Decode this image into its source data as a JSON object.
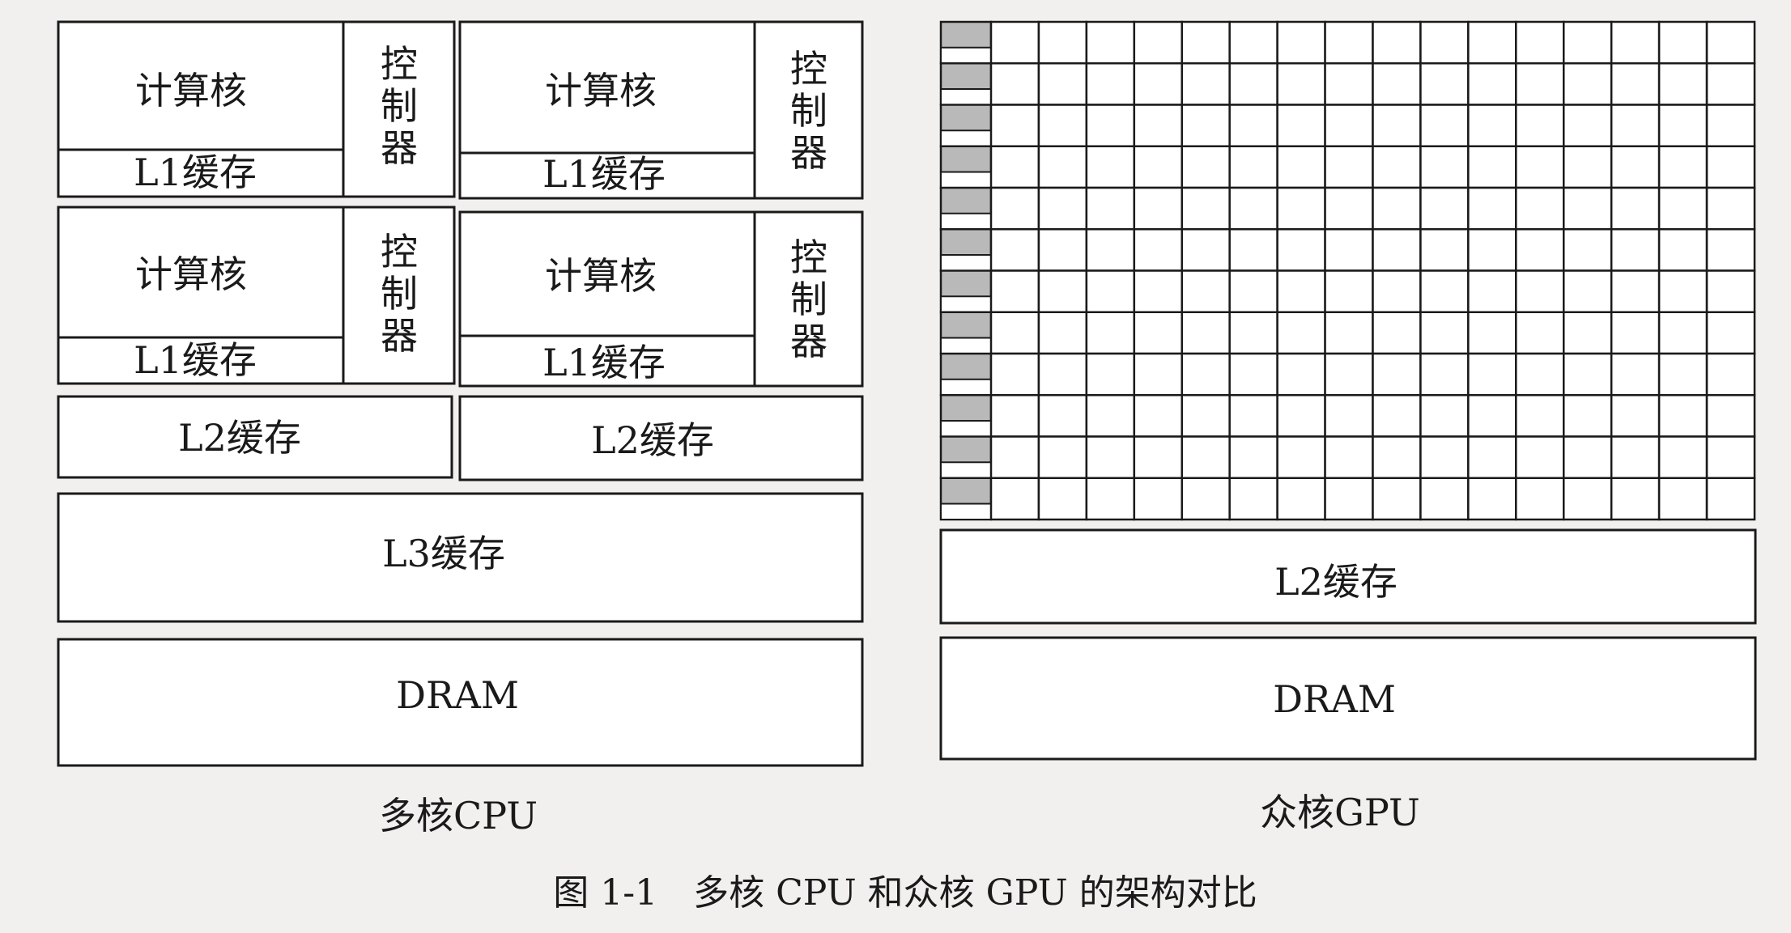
{
  "cpu": {
    "cores": [
      {
        "compute_label": "计算核",
        "l1_label": "L1缓存",
        "controller_label": "控制器"
      },
      {
        "compute_label": "计算核",
        "l1_label": "L1缓存",
        "controller_label": "控制器"
      },
      {
        "compute_label": "计算核",
        "l1_label": "L1缓存",
        "controller_label": "控制器"
      },
      {
        "compute_label": "计算核",
        "l1_label": "L1缓存",
        "controller_label": "控制器"
      }
    ],
    "l2_labels": [
      "L2缓存",
      "L2缓存"
    ],
    "l3_label": "L3缓存",
    "dram_label": "DRAM",
    "caption": "多核CPU"
  },
  "gpu": {
    "grid_rows": 12,
    "grid_cols": 17,
    "shaded_first_column": true,
    "l2_label": "L2缓存",
    "dram_label": "DRAM",
    "caption": "众核GPU"
  },
  "figure_caption": "图 1-1　多核 CPU 和众核 GPU 的架构对比",
  "colors": {
    "stroke": "#1a1a1a",
    "box_fill": "#ffffff",
    "shaded_cell": "#b9b9b9",
    "background": "#f1f0ee"
  }
}
